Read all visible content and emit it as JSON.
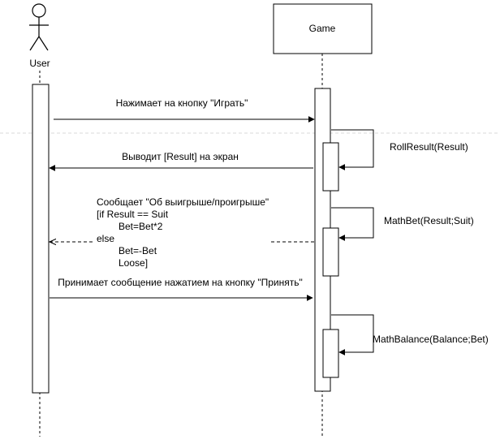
{
  "colors": {
    "line": "#000000",
    "grid": "#d9d9d9",
    "background": "#ffffff"
  },
  "actors": {
    "user": {
      "label": "User",
      "icon": "stick-figure-icon"
    },
    "game": {
      "label": "Game"
    }
  },
  "messages": {
    "press_play": "Нажимает на кнопку \"Играть\"",
    "show_result": "Выводит [Result] на экран",
    "notify_lines": [
      "Сообщает \"Об выигрыше/проигрыше\"",
      "[if Result == Suit",
      "Bet=Bet*2",
      "else",
      "Bet=-Bet",
      "Loose]"
    ],
    "accept": "Принимает сообщение нажатием на кнопку \"Принять\""
  },
  "self_calls": {
    "roll_result": "RollResult(Result)",
    "math_bet": "MathBet(Result;Suit)",
    "math_balance": "MathBalance(Balance;Bet)"
  }
}
